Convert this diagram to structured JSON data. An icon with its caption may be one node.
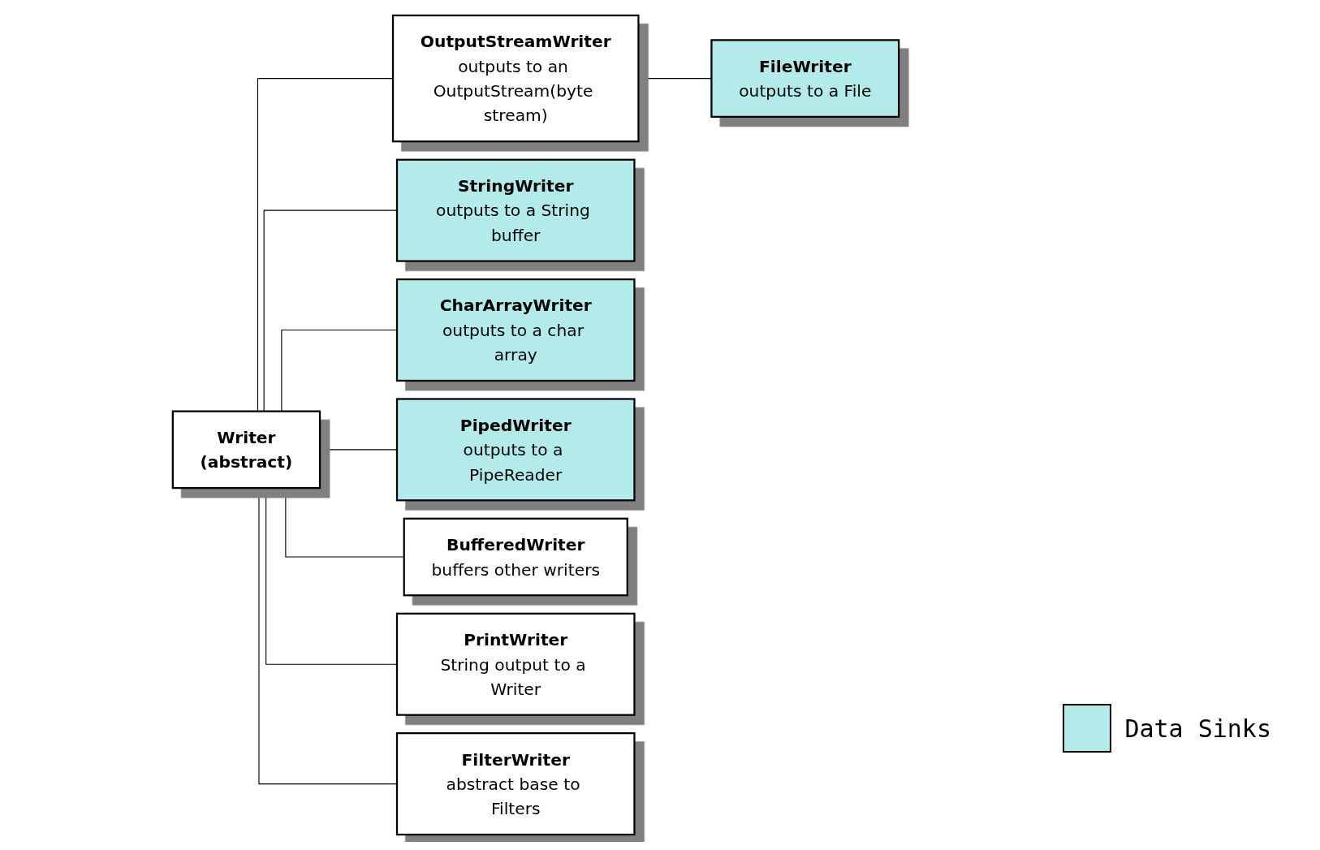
{
  "diagram": {
    "nodes": [
      {
        "text": [
          "Writer",
          "(abstract)"
        ]
      },
      {
        "text": [
          "OutputStreamWriter",
          "outputs to an OutputStream(byte stream)"
        ]
      },
      {
        "text": [
          "FileWriter",
          "outputs to a File"
        ]
      },
      {
        "text": [
          "StringWriter",
          "outputs to a String buffer"
        ]
      },
      {
        "text": [
          "CharArrayWriter",
          "outputs to a char array"
        ]
      },
      {
        "text": [
          "PipedWriter",
          "outputs to a PipeReader"
        ]
      },
      {
        "text": [
          "BufferedWriter",
          "buffers other writers"
        ]
      },
      {
        "text": [
          "PrintWriter",
          "String output to a Writer"
        ]
      },
      {
        "text": [
          "FilterWriter",
          "abstract base to Filters"
        ]
      }
    ],
    "edges": [
      {
        "from": 0,
        "to": 1,
        "arrow": "none"
      },
      {
        "from": 1,
        "to": 2,
        "arrow": "none"
      },
      {
        "from": 0,
        "to": 3,
        "arrow": "none"
      },
      {
        "from": 0,
        "to": 4,
        "arrow": "none"
      },
      {
        "from": 0,
        "to": 5,
        "arrow": "none"
      },
      {
        "from": 0,
        "to": 6,
        "arrow": "none"
      },
      {
        "from": 0,
        "to": 7,
        "arrow": "none"
      },
      {
        "from": 0,
        "to": 8,
        "arrow": "none"
      }
    ],
    "legend": [
      {
        "text": "Data Sinks",
        "color": "#b2ebe9"
      }
    ]
  }
}
